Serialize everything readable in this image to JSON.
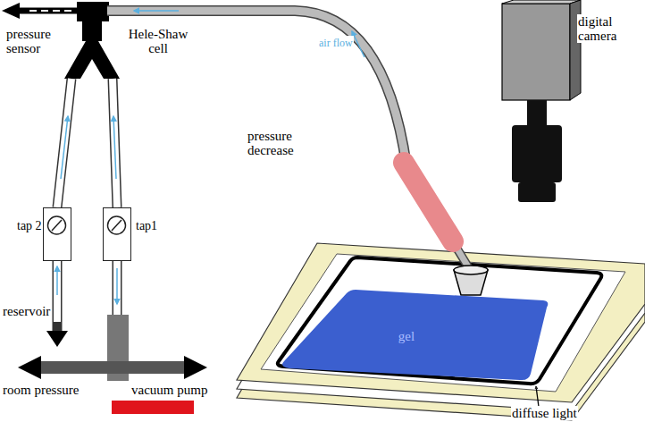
{
  "diagram": {
    "nodes": [
      {
        "text": [
          "tap 2"
        ]
      },
      {
        "text": [
          "tap1"
        ]
      },
      {
        "text": [
          "gel"
        ]
      }
    ],
    "labels": [
      "pressure sensor",
      "Hele-Shaw cell",
      "air flow",
      "digital camera",
      "pressure decrease",
      "reservoir",
      "room pressure",
      "vacuum pump",
      "diffuse light"
    ]
  }
}
